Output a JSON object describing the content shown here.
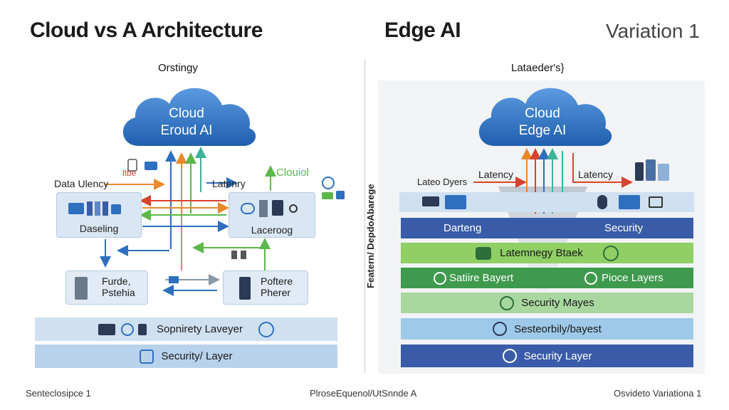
{
  "header": {
    "left_title": "Cloud vs  A Architecture",
    "right_title": "Edge AI",
    "variation": "Variation 1"
  },
  "left": {
    "caption": "Orstingy",
    "cloud_line1": "Cloud",
    "cloud_line2": "Eroud AI",
    "data_label": "Data Ulency",
    "latency_label": "Latenry",
    "small_red_label": "ltbe",
    "cloud_green_label": "Clouiol",
    "card_left_label": "Daseling",
    "card_right_label": "Laceroog",
    "lower_left_line1": "Furde,",
    "lower_left_line2": "Pstehia",
    "lower_right_line1": "Poftere",
    "lower_right_line2": "Pherer",
    "bar1_label": "Sopnirety Laveyer",
    "bar2_label": "Security/ Layer"
  },
  "right": {
    "caption": "Lataeder's}",
    "cloud_line1": "Cloud",
    "cloud_line2": "Edge AI",
    "latency_left": "Latency",
    "latency_right": "Latency",
    "device_label": "Lateo Dyers",
    "vertical_label": "Featern/  DepdoAbarege",
    "bar_darteng": "Darteng",
    "bar_security": "Security",
    "bar_green1": "Latemnegy Btaek",
    "bar_green2_left": "Satiire Bayert",
    "bar_green2_right": "Pioce Layers",
    "bar_light_green": "Security Mayes",
    "bar_light_blue": "Sesteorbily/bayest",
    "bar_bottom": "Security Layer"
  },
  "footer": {
    "left": "Senteclosipce  1",
    "center": "PlroseEquenol/UtSnnde A",
    "right": "Osvideto Variationa 1"
  },
  "colors": {
    "cloud": "#2f74c0",
    "orange": "#e8892a",
    "red": "#d8432f",
    "green": "#5cb84a",
    "blue": "#2f6fc0",
    "teal": "#3bb39a",
    "dark_blue_bar": "#3a5ca8",
    "light_blue_bar": "#cfe0f1",
    "green_bar": "#7fc45a",
    "dark_green_bar": "#3f9a4e",
    "light_green_bar": "#a8d7a0",
    "sky_bar": "#9ec9e8"
  }
}
